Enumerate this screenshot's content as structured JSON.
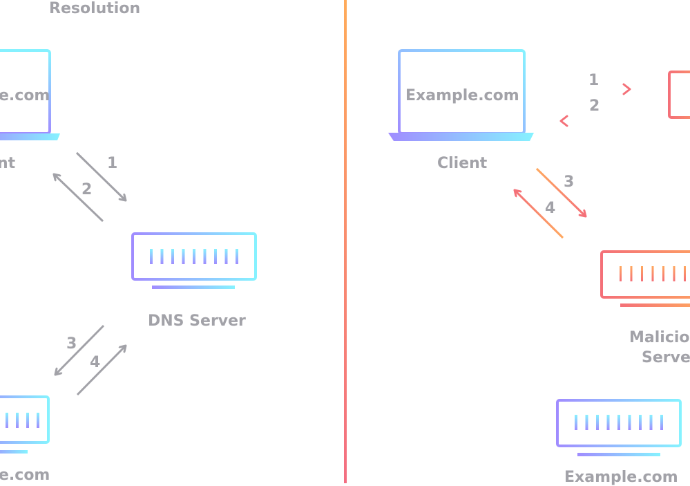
{
  "left_panel": {
    "title": "Resolution",
    "client_screen_text": "e.com",
    "client_label": "nt",
    "dns_server_label": "DNS Server",
    "bottom_server_label": "e.com",
    "arrows": [
      "1",
      "2",
      "3",
      "4"
    ]
  },
  "right_panel": {
    "client_screen_text": "Example.com",
    "client_label": "Client",
    "malicious_label_line1": "Malicio",
    "malicious_label_line2": "Server",
    "bottom_server_label": "Example.com",
    "arrows": [
      "1",
      "2",
      "3",
      "4"
    ]
  },
  "colors": {
    "cool_gradient": [
      "#a08cff",
      "#86f2ff"
    ],
    "warm_gradient": [
      "#f47078",
      "#ffa85f"
    ],
    "grey": "#a2a2a8",
    "divider": [
      "#ffab5a",
      "#f36e82"
    ]
  }
}
